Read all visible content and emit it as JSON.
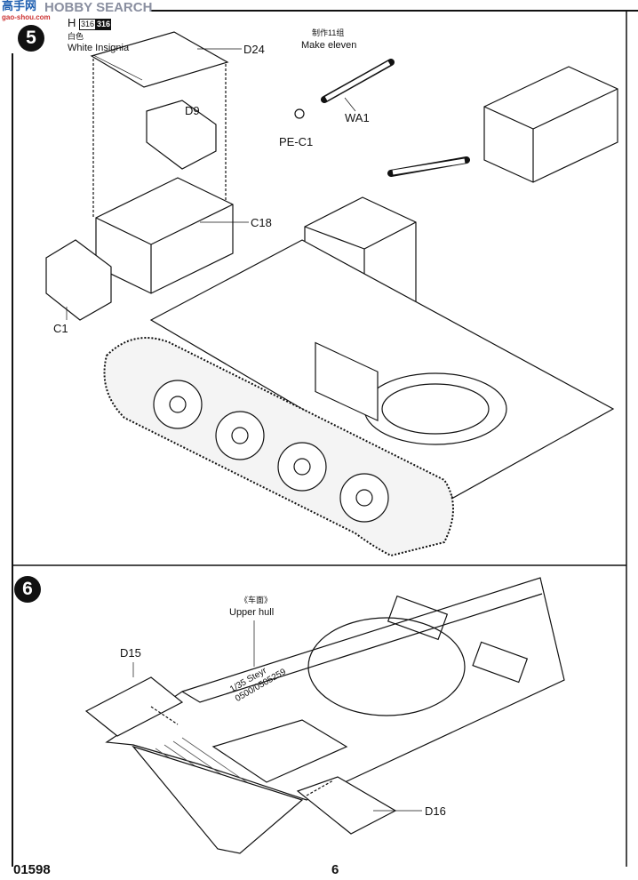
{
  "watermark": {
    "text": "HOBBY SEARCH",
    "logo_cn": "高手网",
    "site": "gao-shou.com"
  },
  "step5": {
    "number": "5",
    "decal": {
      "prefix": "H",
      "code_outline": "316",
      "code_filled": "316",
      "color_cn": "白色",
      "color_en": "White Insignia"
    },
    "note_cn": "制作11组",
    "note_en": "Make eleven",
    "parts": [
      "D24",
      "D9",
      "C18",
      "C1",
      "WA1",
      "PE-C1"
    ]
  },
  "step6": {
    "number": "6",
    "title_cn": "《车面》",
    "title_en": "Upper hull",
    "parts": [
      "D15",
      "D16"
    ],
    "hull_marking_line1": "1/35 Steyr",
    "hull_marking_line2": "0500/0505259"
  },
  "footer": {
    "code": "01598",
    "page": "6"
  },
  "colors": {
    "ink": "#111111",
    "paper": "#ffffff",
    "hatch": "#555555"
  }
}
